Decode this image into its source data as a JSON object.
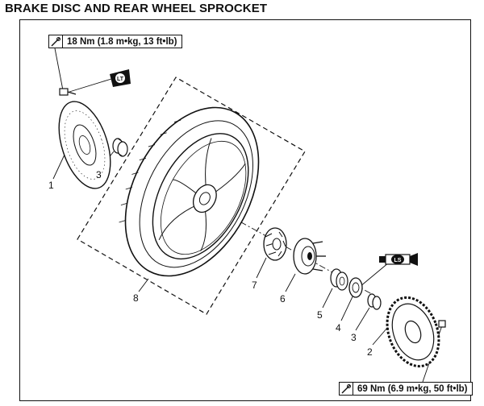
{
  "title": "BRAKE DISC AND REAR WHEEL SPROCKET",
  "torque_specs": {
    "disc_bolts": "18 Nm (1.8 m•kg, 13 ft•lb)",
    "sprocket_nuts": "69 Nm (6.9 m•kg, 50 ft•lb)"
  },
  "symbols": {
    "locktite": "LT",
    "lithium_grease": "LS"
  },
  "callouts": [
    "1",
    "3",
    "7",
    "8",
    "6",
    "5",
    "4",
    "3",
    "2"
  ]
}
